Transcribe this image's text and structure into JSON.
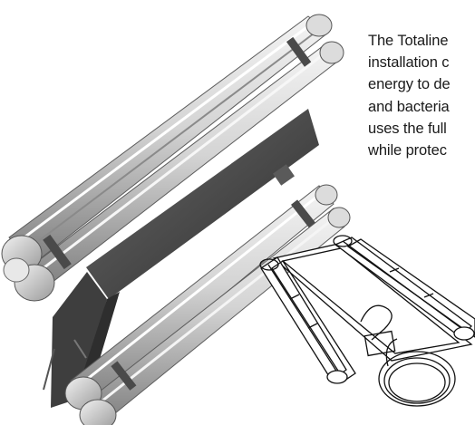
{
  "description": {
    "lines": [
      "The Totaline",
      "installation c",
      "energy to de",
      "and bacteria",
      "uses the full",
      "while protec"
    ]
  },
  "figures": {
    "photo_icon": "uv-lamp-fixture-photo",
    "drawing_icon": "uv-lamp-line-drawing"
  }
}
